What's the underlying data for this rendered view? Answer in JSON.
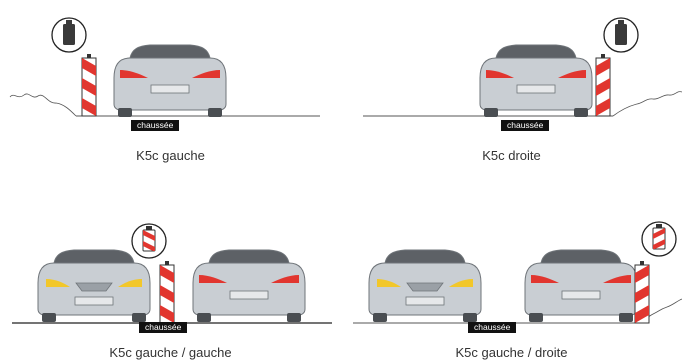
{
  "colors": {
    "car_body": "#c9ced3",
    "car_outline": "#6f7479",
    "window": "#5d6166",
    "tail_light": "#e1362f",
    "head_light": "#f2c72a",
    "beacon_red": "#e1362f",
    "beacon_white": "#ffffff",
    "ground_line": "#555555",
    "icon_fill": "#3a3a3a"
  },
  "panels": [
    {
      "caption": "K5c gauche",
      "road_label": "chaussée",
      "cars": [
        {
          "view": "rear"
        }
      ],
      "beacons": [
        {
          "orientation": "left-to-right",
          "icon": "dark"
        }
      ]
    },
    {
      "caption": "K5c droite",
      "road_label": "chaussée",
      "cars": [
        {
          "view": "rear"
        }
      ],
      "beacons": [
        {
          "orientation": "right-to-left",
          "icon": "dark"
        }
      ]
    },
    {
      "caption": "K5c gauche / gauche",
      "road_label": "chaussée",
      "cars": [
        {
          "view": "front"
        },
        {
          "view": "rear"
        }
      ],
      "beacons": [
        {
          "orientation": "left-to-right",
          "icon": "striped"
        }
      ]
    },
    {
      "caption": "K5c gauche / droite",
      "road_label": "chaussée",
      "cars": [
        {
          "view": "front"
        },
        {
          "view": "rear"
        }
      ],
      "beacons": [
        {
          "orientation": "right-to-left",
          "icon": "striped"
        }
      ]
    }
  ]
}
